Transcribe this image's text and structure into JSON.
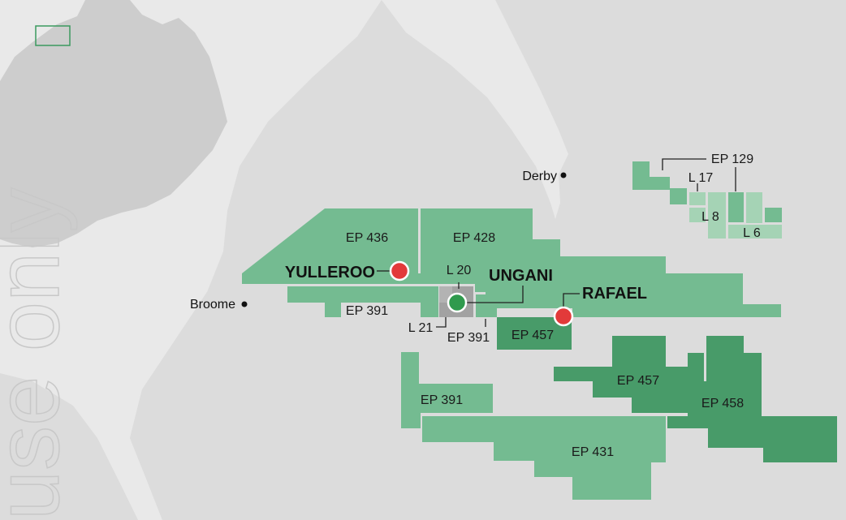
{
  "colors": {
    "ocean": "#e9e9e9",
    "land": "#dcdcdc",
    "permit_light": "#74bb91",
    "permit_dark": "#489b69",
    "licence_pale": "#a5d3b5",
    "licence_grey": "#a2a2a2",
    "well_red": "#e23a3a",
    "well_green": "#2f9a4d"
  },
  "watermark": "use only",
  "towns": [
    {
      "id": "derby",
      "label": "Derby"
    },
    {
      "id": "broome",
      "label": "Broome"
    }
  ],
  "fields": {
    "yulleroo": {
      "label": "YULLEROO",
      "status": "prospect"
    },
    "ungani": {
      "label": "UNGANI",
      "status": "producing"
    },
    "rafael": {
      "label": "RAFAEL",
      "status": "prospect"
    }
  },
  "tenements": {
    "ep436": "EP 436",
    "ep428": "EP 428",
    "ep391_west": "EP 391",
    "ep391_mid": "EP 391",
    "ep391_south": "EP 391",
    "ep457_north": "EP 457",
    "ep457_east": "EP 457",
    "ep458": "EP 458",
    "ep431": "EP 431",
    "ep129": "EP 129",
    "l17": "L 17",
    "l8": "L 8",
    "l6": "L 6",
    "l20": "L 20",
    "l21": "L 21"
  }
}
